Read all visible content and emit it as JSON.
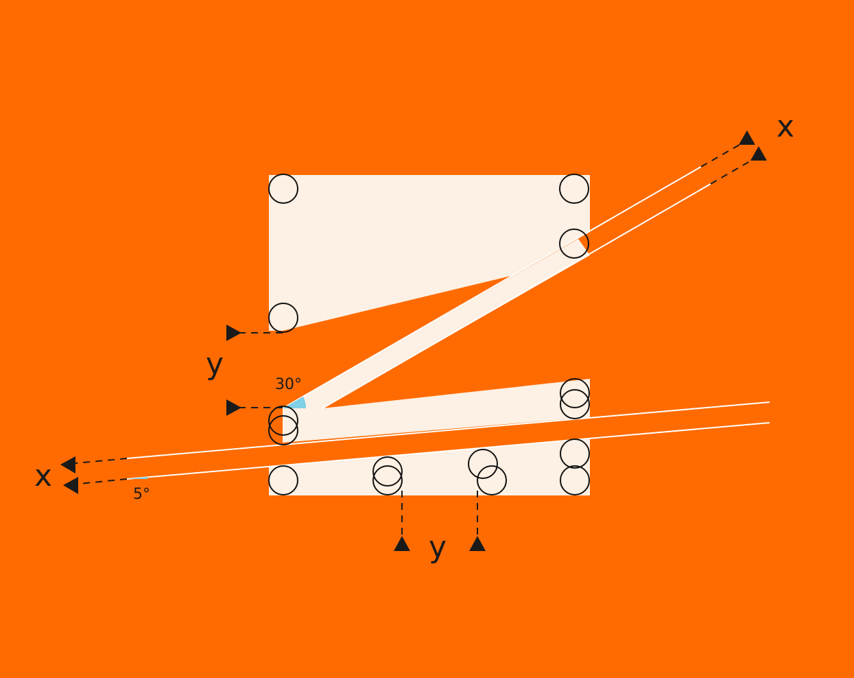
{
  "colors": {
    "background": "#ff6b00",
    "panel": "#fdf0e4",
    "line": "#ffffff",
    "ink": "#1a1a1a",
    "angle_accent": "#7fcfe6"
  },
  "labels": {
    "x_top": "x",
    "x_left": "x",
    "y_left": "y",
    "y_bottom": "y",
    "angle_30": "30°",
    "angle_5": "5°"
  }
}
